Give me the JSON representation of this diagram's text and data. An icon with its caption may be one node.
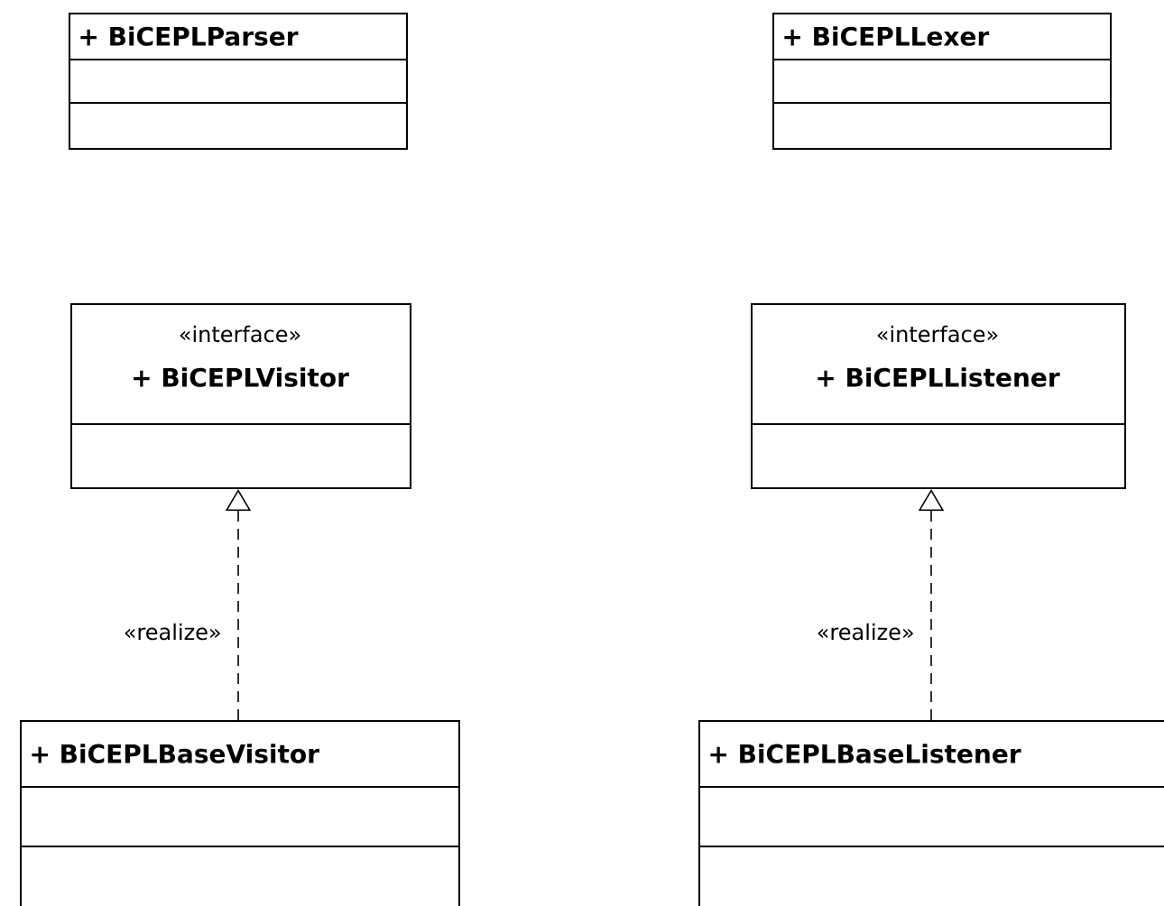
{
  "diagram": {
    "nodes": [
      {
        "text": [
          "+ BiCEPLParser"
        ]
      },
      {
        "text": [
          "+ BiCEPLLexer"
        ]
      },
      {
        "text": [
          "«interface»",
          "+ BiCEPLVisitor"
        ]
      },
      {
        "text": [
          "«interface»",
          "+ BiCEPLListener"
        ]
      },
      {
        "text": [
          "+ BiCEPLBaseVisitor"
        ]
      },
      {
        "text": [
          "+ BiCEPLBaseListener"
        ]
      }
    ],
    "edges": [
      {
        "from": 4,
        "to": 2,
        "arrow": "to",
        "style": "dashed",
        "label": "«realize»"
      },
      {
        "from": 5,
        "to": 3,
        "arrow": "to",
        "style": "dashed",
        "label": "«realize»"
      }
    ]
  }
}
